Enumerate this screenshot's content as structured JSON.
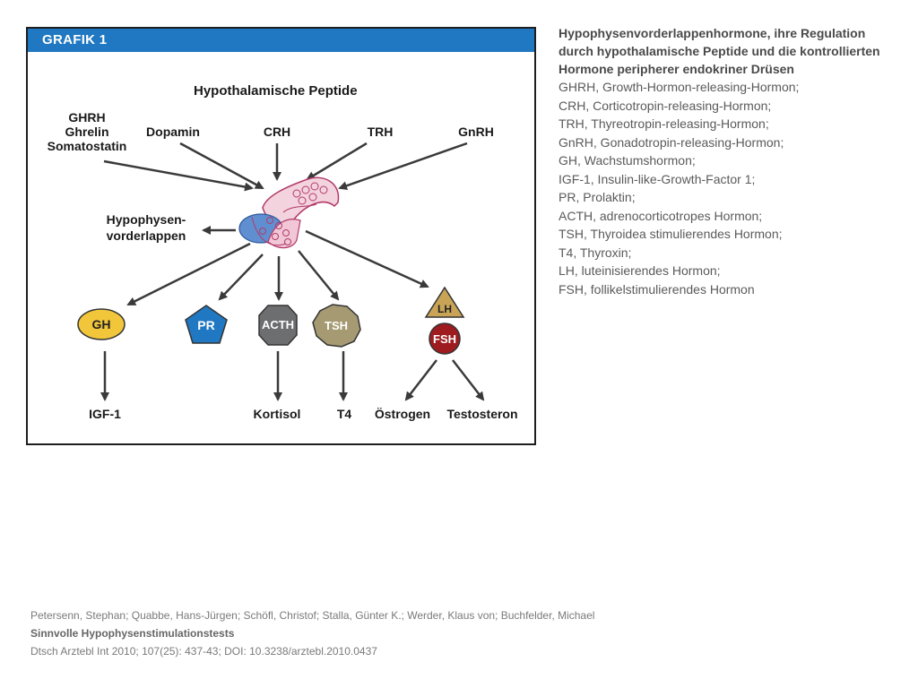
{
  "figure": {
    "header": "GRAFIK 1",
    "section_title": "Hypothalamische Peptide",
    "top_inputs": [
      "GHRH",
      "Ghrelin",
      "Somatostatin",
      "Dopamin",
      "CRH",
      "TRH",
      "GnRH"
    ],
    "pituitary_label": [
      "Hypophysen-",
      "vorderlappen"
    ],
    "hormones": {
      "gh": "GH",
      "pr": "PR",
      "acth": "ACTH",
      "tsh": "TSH",
      "lh": "LH",
      "fsh": "FSH"
    },
    "targets": {
      "igf1": "IGF-1",
      "kortisol": "Kortisol",
      "t4": "T4",
      "oestrogen": "Östrogen",
      "testosteron": "Testosteron"
    },
    "colors": {
      "header": "#1f78c1",
      "gh": "#f2c63a",
      "pr": "#1f78c1",
      "acth": "#6d6e70",
      "tsh": "#a69a72",
      "lh": "#c9a457",
      "fsh": "#9e1b1f"
    }
  },
  "legend": {
    "title_lines": [
      "Hypophysenvorderlappenhormone, ihre Regulation",
      "durch hypothalamische Peptide und die kontrollierten",
      "Hormone peripherer endokriner Drüsen"
    ],
    "items": [
      "GHRH, Growth-Hormon-releasing-Hormon;",
      "CRH, Corticotropin-releasing-Hormon;",
      "TRH, Thyreotropin-releasing-Hormon;",
      "GnRH, Gonadotropin-releasing-Hormon;",
      "GH, Wachstumshormon;",
      "IGF-1, Insulin-like-Growth-Factor 1;",
      "PR, Prolaktin;",
      "ACTH, adrenocorticotropes Hormon;",
      "TSH, Thyroidea stimulierendes Hormon;",
      "T4, Thyroxin;",
      "LH, luteinisierendes Hormon;",
      "FSH, follikelstimulierendes Hormon"
    ]
  },
  "citation": {
    "authors": "Petersenn, Stephan; Quabbe, Hans-Jürgen; Schöfl, Christof; Stalla, Günter K.; Werder, Klaus von; Buchfelder, Michael",
    "title": "Sinnvolle Hypophysenstimulationstests",
    "source": "Dtsch Arztebl Int 2010; 107(25): 437-43; DOI: 10.3238/arztebl.2010.0437"
  }
}
